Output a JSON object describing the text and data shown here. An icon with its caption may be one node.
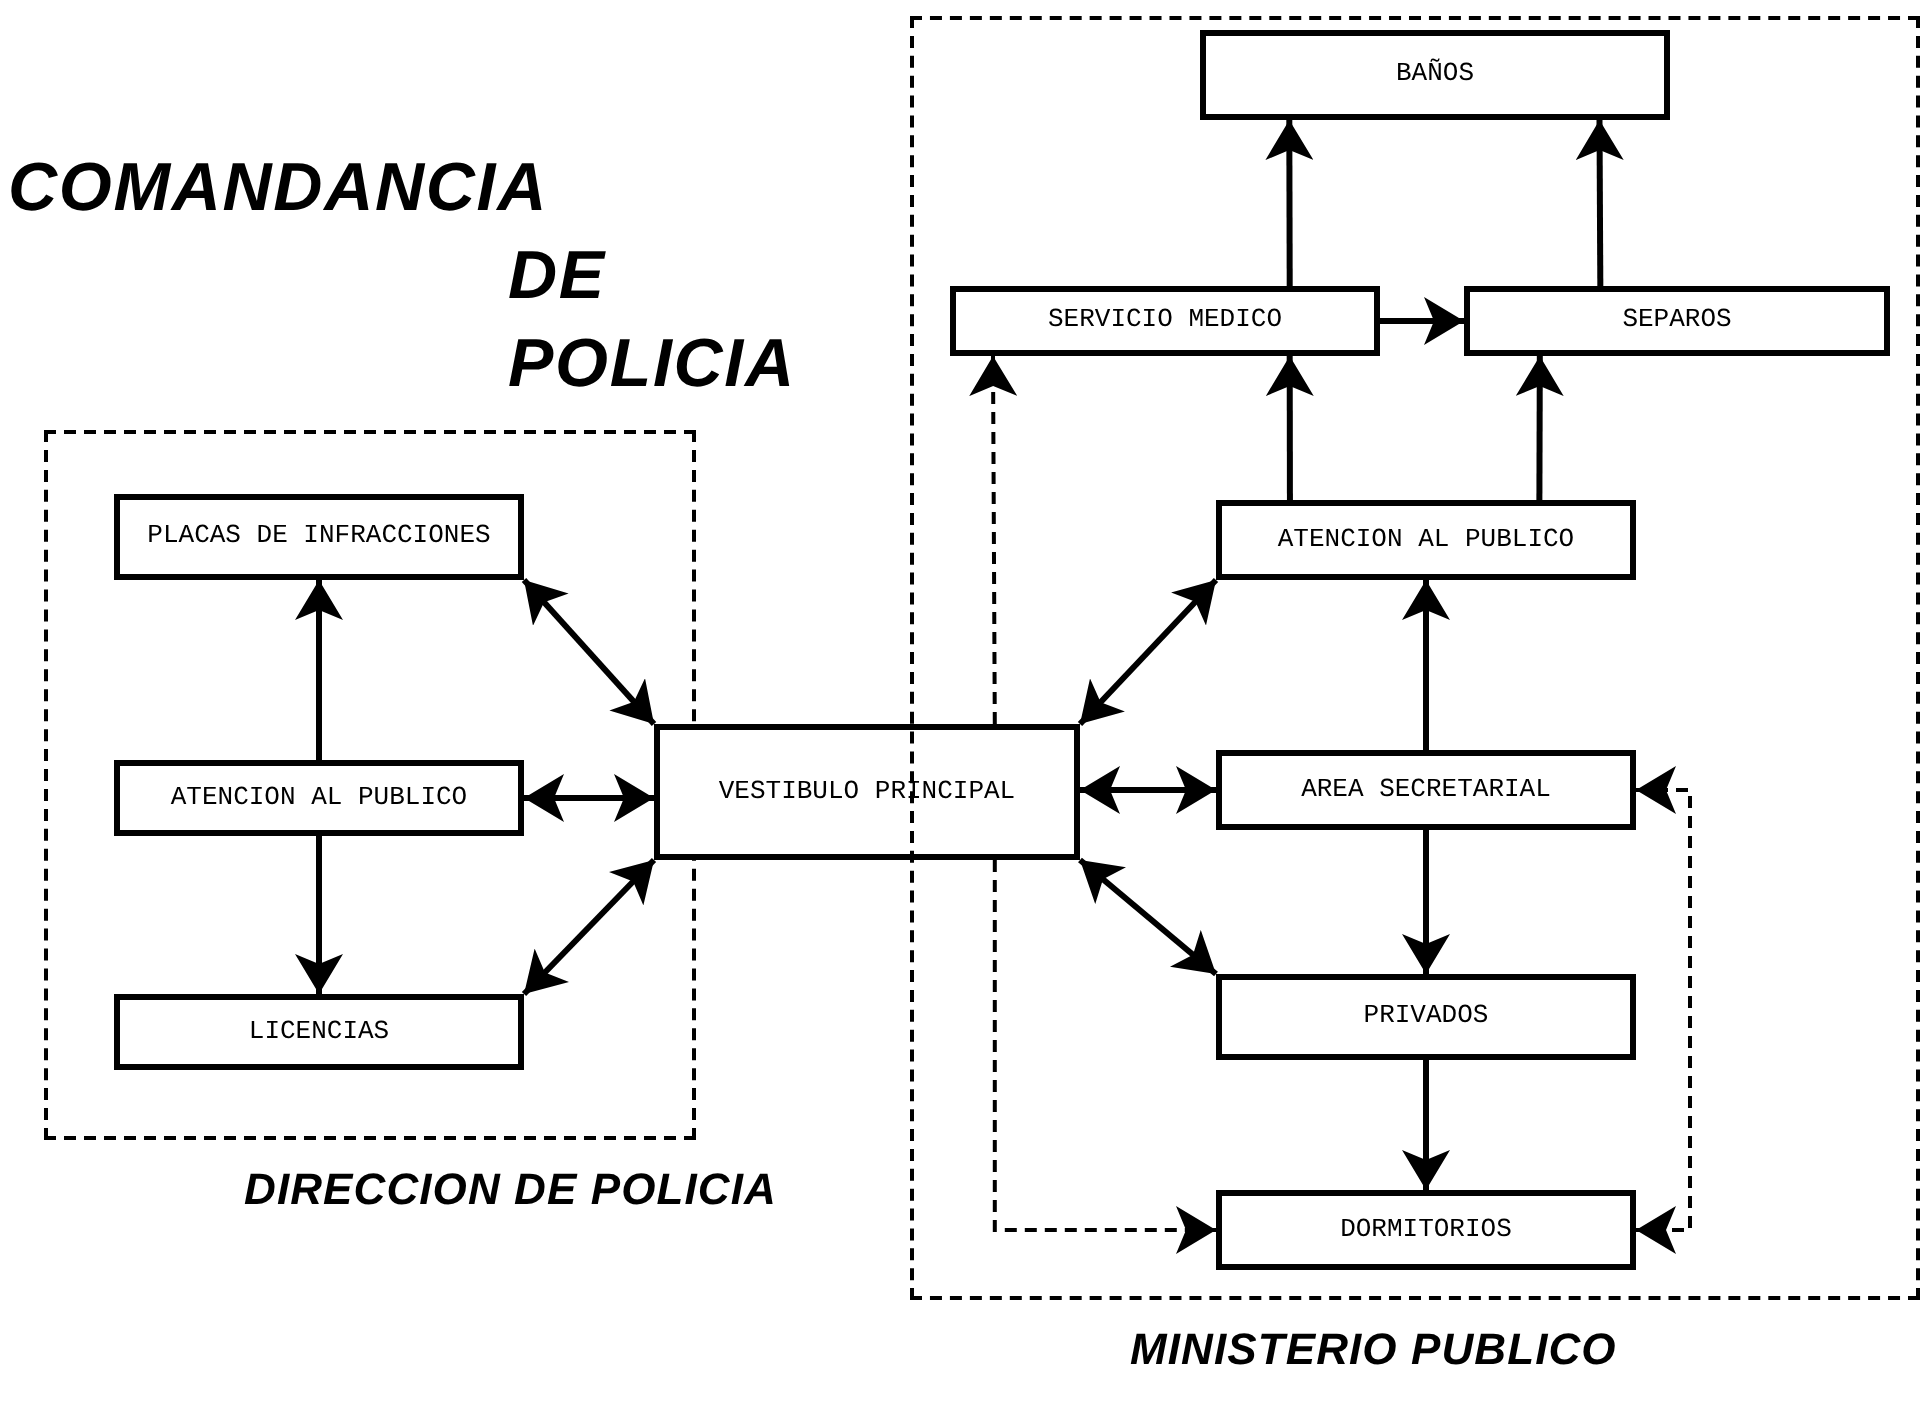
{
  "diagram": {
    "title": "COMANDANCIA DE POLICIA",
    "nodes": [
      {
        "text": [
          "DIRECCION DE POLICIA"
        ]
      },
      {
        "text": [
          "PLACAS DE INFRACCIONES"
        ],
        "in": 0
      },
      {
        "text": [
          "ATENCION AL PUBLICO"
        ],
        "in": 0
      },
      {
        "text": [
          "LICENCIAS"
        ],
        "in": 0
      },
      {
        "text": [
          "VESTIBULO PRINCIPAL"
        ]
      },
      {
        "text": [
          "MINISTERIO PUBLICO"
        ]
      },
      {
        "text": [
          "BAÑOS"
        ],
        "in": 5
      },
      {
        "text": [
          "SERVICIO MEDICO"
        ],
        "in": 5
      },
      {
        "text": [
          "SEPAROS"
        ],
        "in": 5
      },
      {
        "text": [
          "ATENCION AL PUBLICO"
        ],
        "in": 5
      },
      {
        "text": [
          "AREA SECRETARIAL"
        ],
        "in": 5
      },
      {
        "text": [
          "PRIVADOS"
        ],
        "in": 5
      },
      {
        "text": [
          "DORMITORIOS"
        ],
        "in": 5
      }
    ],
    "edges": [
      {
        "from": 2,
        "to": 1,
        "arrow": "to"
      },
      {
        "from": 2,
        "to": 3,
        "arrow": "to"
      },
      {
        "from": 4,
        "to": 1,
        "arrow": "both"
      },
      {
        "from": 4,
        "to": 2,
        "arrow": "both"
      },
      {
        "from": 4,
        "to": 3,
        "arrow": "both"
      },
      {
        "from": 4,
        "to": 9,
        "arrow": "both"
      },
      {
        "from": 4,
        "to": 10,
        "arrow": "both"
      },
      {
        "from": 4,
        "to": 11,
        "arrow": "both"
      },
      {
        "from": 7,
        "to": 6,
        "arrow": "to"
      },
      {
        "from": 8,
        "to": 6,
        "arrow": "to"
      },
      {
        "from": 7,
        "to": 8,
        "arrow": "to"
      },
      {
        "from": 9,
        "to": 7,
        "arrow": "to"
      },
      {
        "from": 9,
        "to": 8,
        "arrow": "to"
      },
      {
        "from": 10,
        "to": 9,
        "arrow": "to"
      },
      {
        "from": 10,
        "to": 11,
        "arrow": "to"
      },
      {
        "from": 11,
        "to": 12,
        "arrow": "to"
      },
      {
        "from": 4,
        "to": 7,
        "arrow": "to",
        "style": "dashed"
      },
      {
        "from": 4,
        "to": 12,
        "arrow": "to",
        "style": "dashed"
      },
      {
        "from": 10,
        "to": 12,
        "arrow": "both",
        "style": "dashed"
      }
    ]
  }
}
